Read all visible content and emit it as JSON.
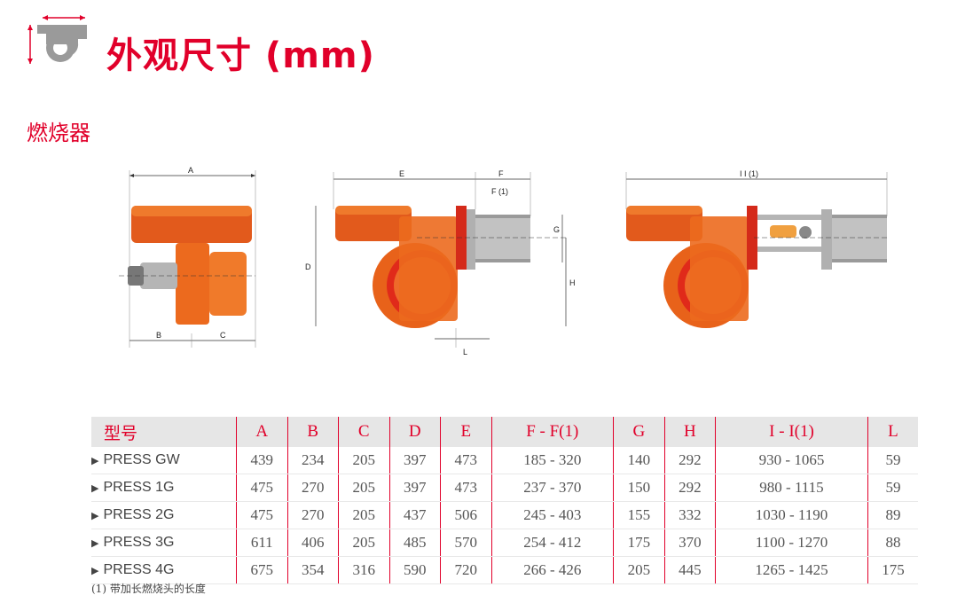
{
  "header": {
    "title": "外观尺寸 (mm)",
    "icon": "burner-dimensions-icon"
  },
  "section": {
    "title": "燃烧器"
  },
  "diagrams": {
    "front": {
      "labels": {
        "a": "A",
        "b": "B",
        "c": "C"
      }
    },
    "side": {
      "labels": {
        "d": "D",
        "e": "E",
        "f": "F",
        "f1": "F (1)",
        "g": "G",
        "h": "H",
        "l": "L"
      }
    },
    "extended": {
      "labels": {
        "i": "I  I (1)"
      }
    },
    "colors": {
      "body_orange": "#e8621a",
      "body_red": "#e0251a",
      "head_gray": "#8e8e8e",
      "flange_red": "#cc1f1f"
    }
  },
  "table": {
    "headers": [
      "型号",
      "A",
      "B",
      "C",
      "D",
      "E",
      "F - F(1)",
      "G",
      "H",
      "I - I(1)",
      "L"
    ],
    "rows": [
      {
        "model": "PRESS GW",
        "values": [
          "439",
          "234",
          "205",
          "397",
          "473",
          "185  -  320",
          "140",
          "292",
          "930  -  1065",
          "59"
        ]
      },
      {
        "model": "PRESS 1G",
        "values": [
          "475",
          "270",
          "205",
          "397",
          "473",
          "237  -  370",
          "150",
          "292",
          "980  -  1115",
          "59"
        ]
      },
      {
        "model": "PRESS 2G",
        "values": [
          "475",
          "270",
          "205",
          "437",
          "506",
          "245  -  403",
          "155",
          "332",
          "1030  -  1190",
          "89"
        ]
      },
      {
        "model": "PRESS 3G",
        "values": [
          "611",
          "406",
          "205",
          "485",
          "570",
          "254  -  412",
          "175",
          "370",
          "1100  -  1270",
          "88"
        ]
      },
      {
        "model": "PRESS 4G",
        "values": [
          "675",
          "354",
          "316",
          "590",
          "720",
          "266  -  426",
          "205",
          "445",
          "1265  -  1425",
          "175"
        ]
      }
    ]
  },
  "footnote": "(1) 带加长燃烧头的长度",
  "colors": {
    "accent": "#e1002a",
    "header_bg": "#e6e6e6"
  }
}
